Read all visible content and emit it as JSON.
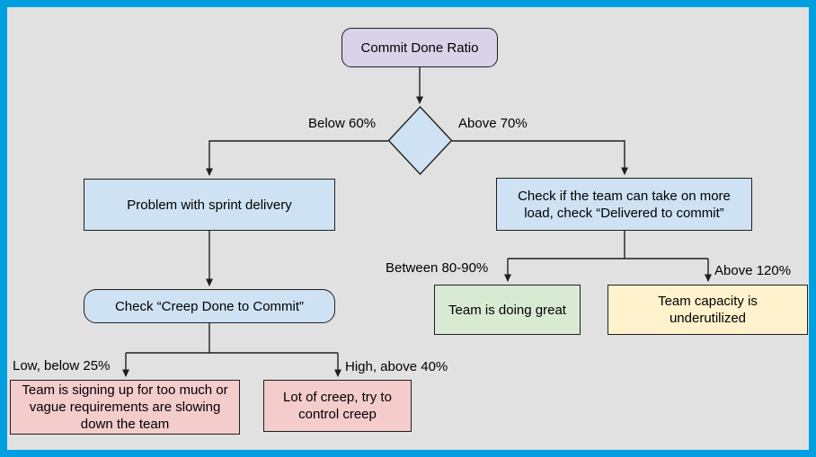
{
  "canvas": {
    "background": "#e1e1e1",
    "frame_color": "#00a0e0"
  },
  "palette": {
    "purple": "#d9d2e9",
    "blue": "#cfe2f3",
    "pink": "#f4cccc",
    "green": "#d9ead3",
    "yellow": "#fff2cc"
  },
  "nodes": {
    "start": {
      "label": "Commit Done Ratio"
    },
    "problem_sprint_delivery": {
      "label": "Problem with sprint delivery"
    },
    "check_take_more_load": {
      "label": "Check if the team can take on more load, check “Delivered to commit”"
    },
    "check_creep_done_to_commit": {
      "label": "Check “Creep Done to Commit”"
    },
    "signing_up_too_much": {
      "label": "Team is signing up for too much or vague requirements are slowing down the team"
    },
    "lot_of_creep": {
      "label": "Lot of creep, try to control creep"
    },
    "team_doing_great": {
      "label": "Team is doing great"
    },
    "capacity_underutilized": {
      "label": "Team capacity is underutilized"
    }
  },
  "edge_labels": {
    "below_60": "Below 60%",
    "above_70": "Above 70%",
    "low_below_25": "Low, below 25%",
    "high_above_40": "High, above 40%",
    "between_80_90": "Between 80-90%",
    "above_120": "Above 120%"
  }
}
